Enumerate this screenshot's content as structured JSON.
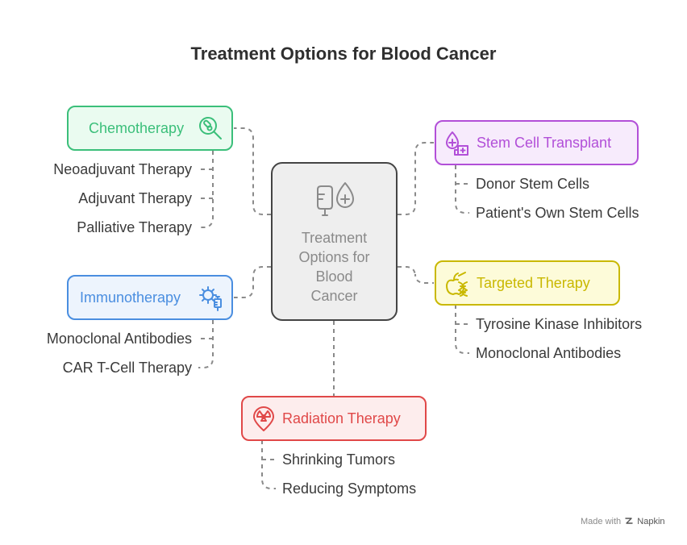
{
  "title": "Treatment Options for Blood Cancer",
  "center": {
    "label": "Treatment\nOptions for\nBlood\nCancer",
    "icon": "iv-drip-medical-icon"
  },
  "branches": {
    "chemotherapy": {
      "label": "Chemotherapy",
      "icon": "pills-search-icon",
      "color": "#3bbf7a",
      "bg": "#eafbf0",
      "items": [
        "Neoadjuvant Therapy",
        "Adjuvant Therapy",
        "Palliative Therapy"
      ]
    },
    "stem_cell": {
      "label": "Stem Cell Transplant",
      "icon": "blood-drop-hospital-icon",
      "color": "#b24fd8",
      "bg": "#f7ebfc",
      "items": [
        "Donor Stem Cells",
        "Patient's Own Stem Cells"
      ]
    },
    "immunotherapy": {
      "label": "Immunotherapy",
      "icon": "virus-syringe-icon",
      "color": "#4a8ee0",
      "bg": "#edf4fd",
      "items": [
        "Monoclonal Antibodies",
        "CAR T-Cell Therapy"
      ]
    },
    "targeted": {
      "label": "Targeted Therapy",
      "icon": "apple-dna-icon",
      "color": "#c9b800",
      "bg": "#fdfbd9",
      "items": [
        "Tyrosine Kinase Inhibitors",
        "Monoclonal Antibodies"
      ]
    },
    "radiation": {
      "label": "Radiation Therapy",
      "icon": "radiation-pin-icon",
      "color": "#e04848",
      "bg": "#fdeded",
      "items": [
        "Shrinking Tumors",
        "Reducing Symptoms"
      ]
    }
  },
  "footer": {
    "made_with": "Made with",
    "brand": "Napkin",
    "icon": "napkin-logo-icon"
  }
}
